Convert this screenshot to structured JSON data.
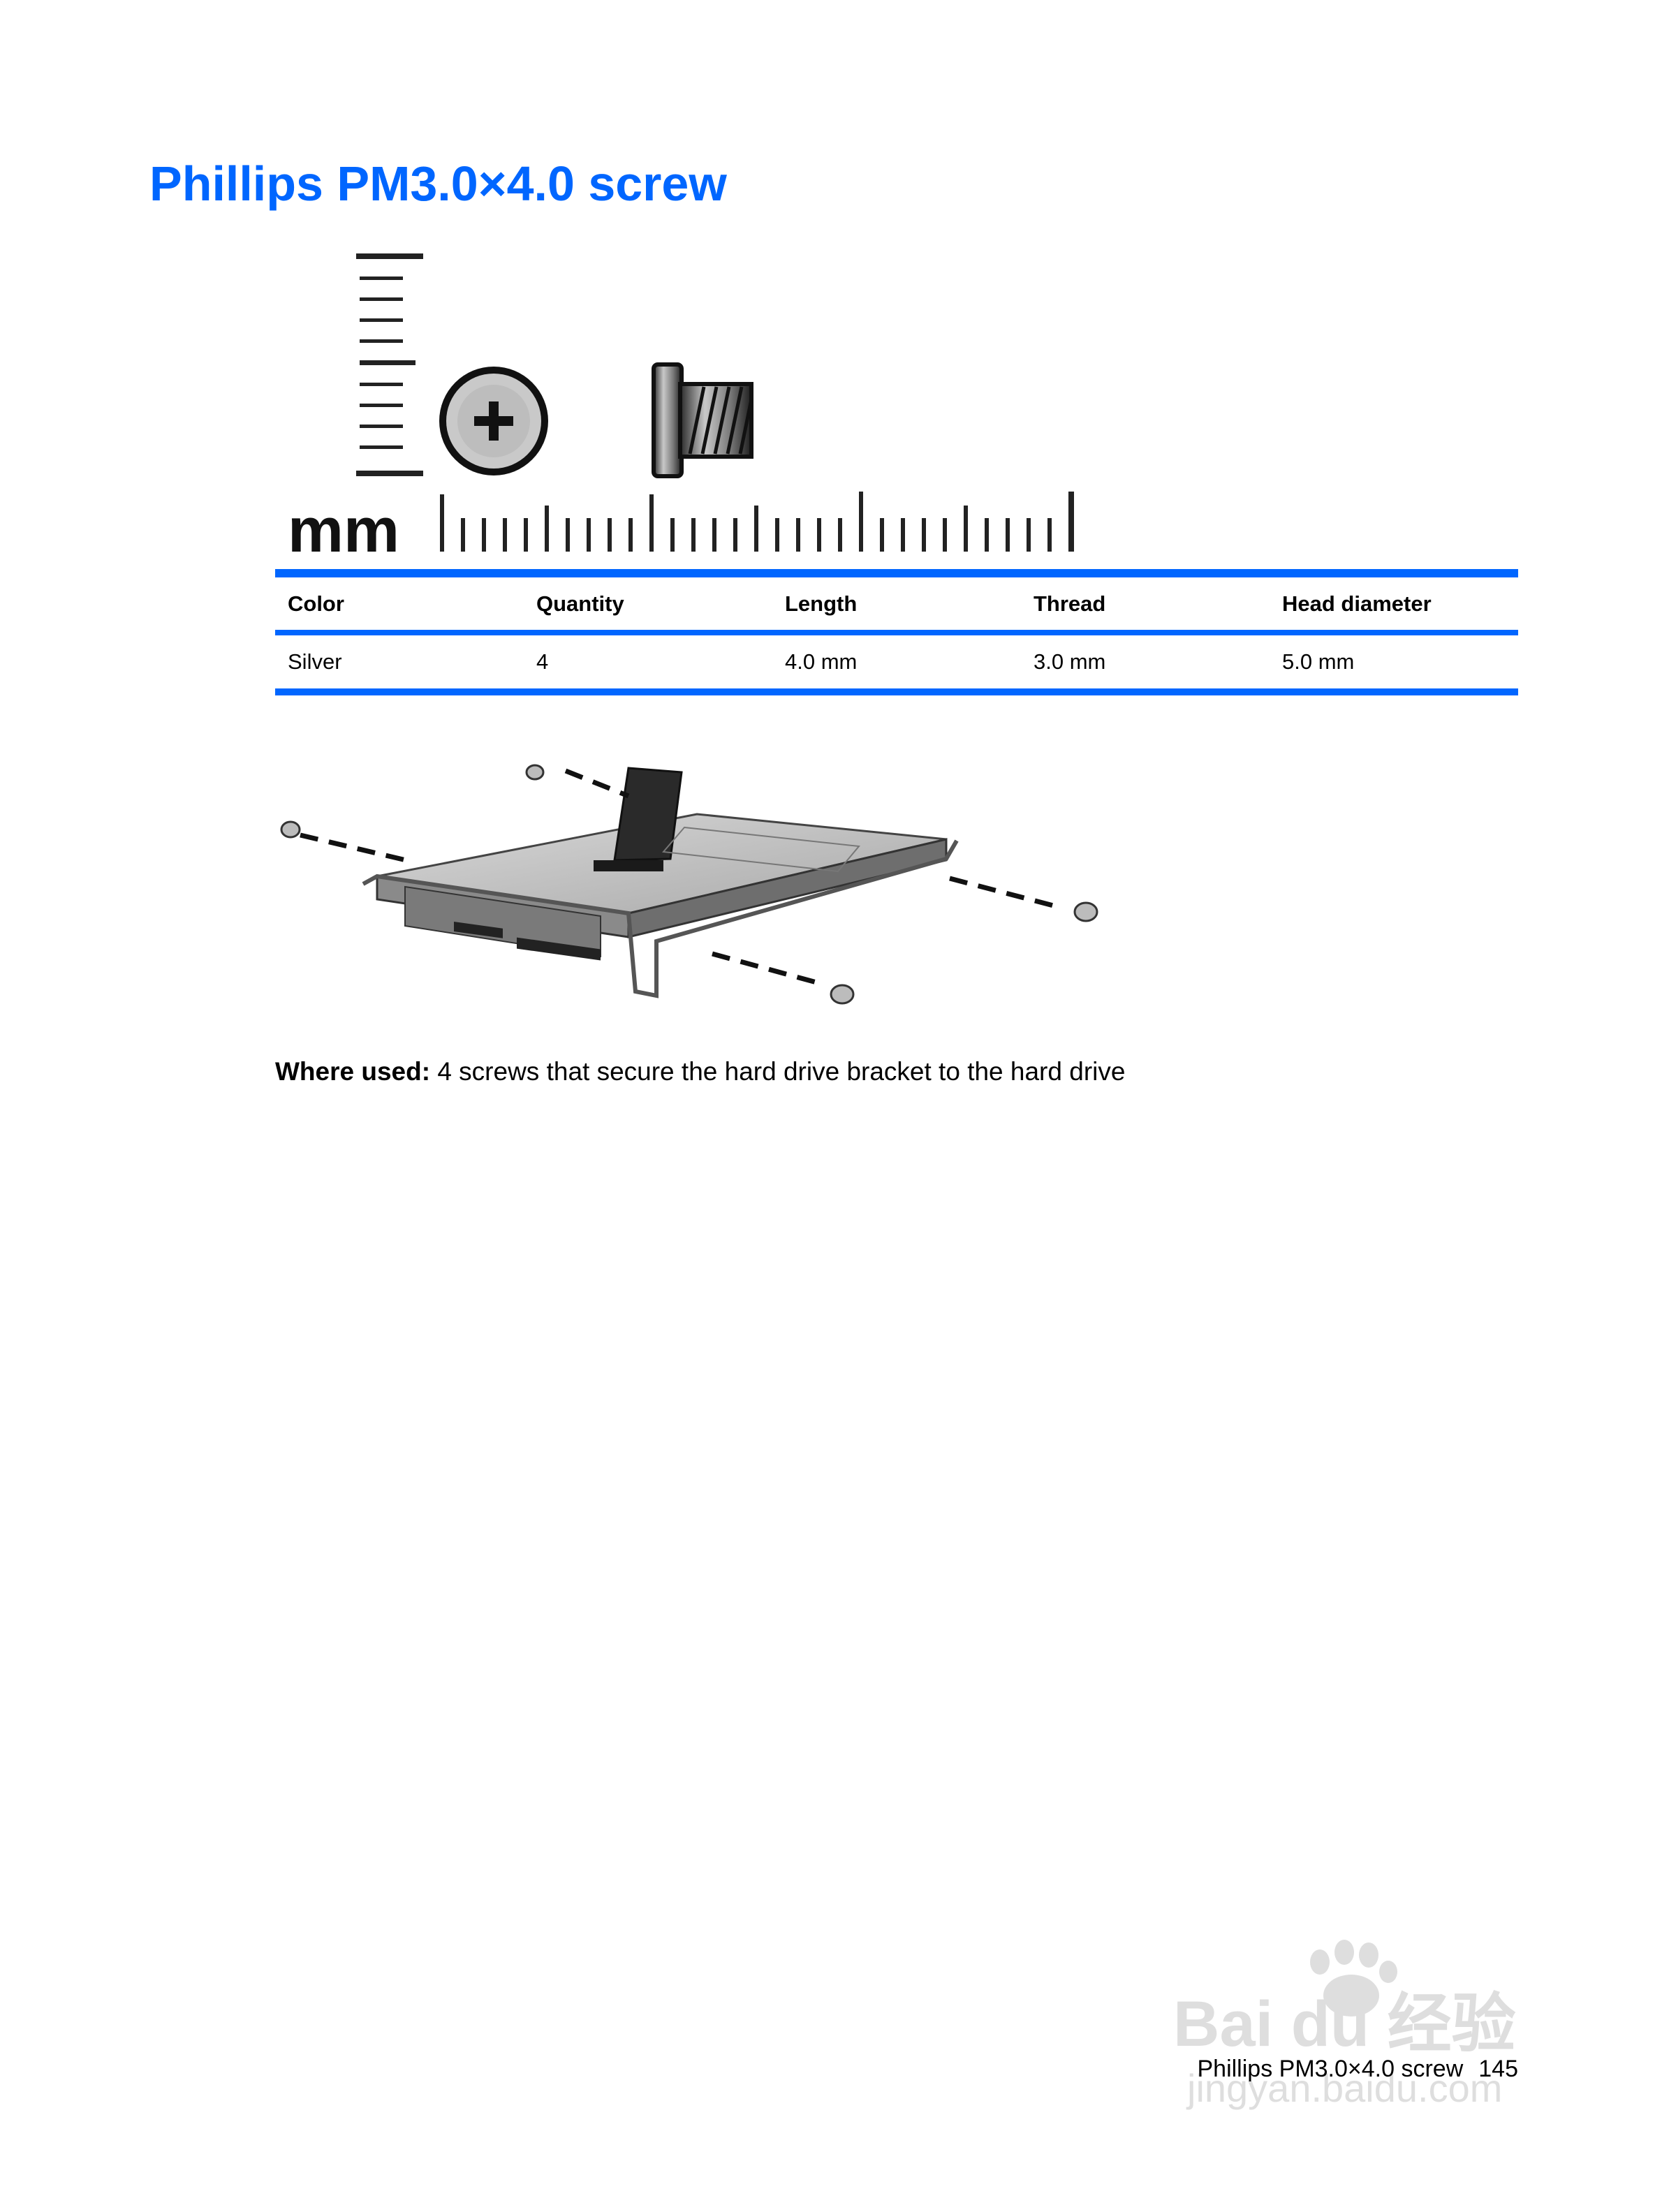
{
  "page": {
    "title": "Phillips PM3.0×4.0 screw",
    "accent_color": "#0066ff"
  },
  "scale_figure": {
    "unit_label": "mm",
    "icons": [
      "ruler-icon",
      "phillips-head-icon",
      "screw-side-icon"
    ]
  },
  "spec_table": {
    "headers": [
      "Color",
      "Quantity",
      "Length",
      "Thread",
      "Head diameter"
    ],
    "row": [
      "Silver",
      "4",
      "4.0 mm",
      "3.0 mm",
      "5.0 mm"
    ]
  },
  "where_used": {
    "label": "Where used:",
    "text": "4 screws that secure the hard drive bracket to the hard drive"
  },
  "drive_figure": {
    "icon": "hard-drive-bracket-exploded-icon",
    "screw_count": 4
  },
  "footer": {
    "title": "Phillips PM3.0×4.0 screw",
    "page_number": "145"
  },
  "watermark": {
    "brand": "Bai du 经验",
    "url": "jingyan.baidu.com"
  }
}
